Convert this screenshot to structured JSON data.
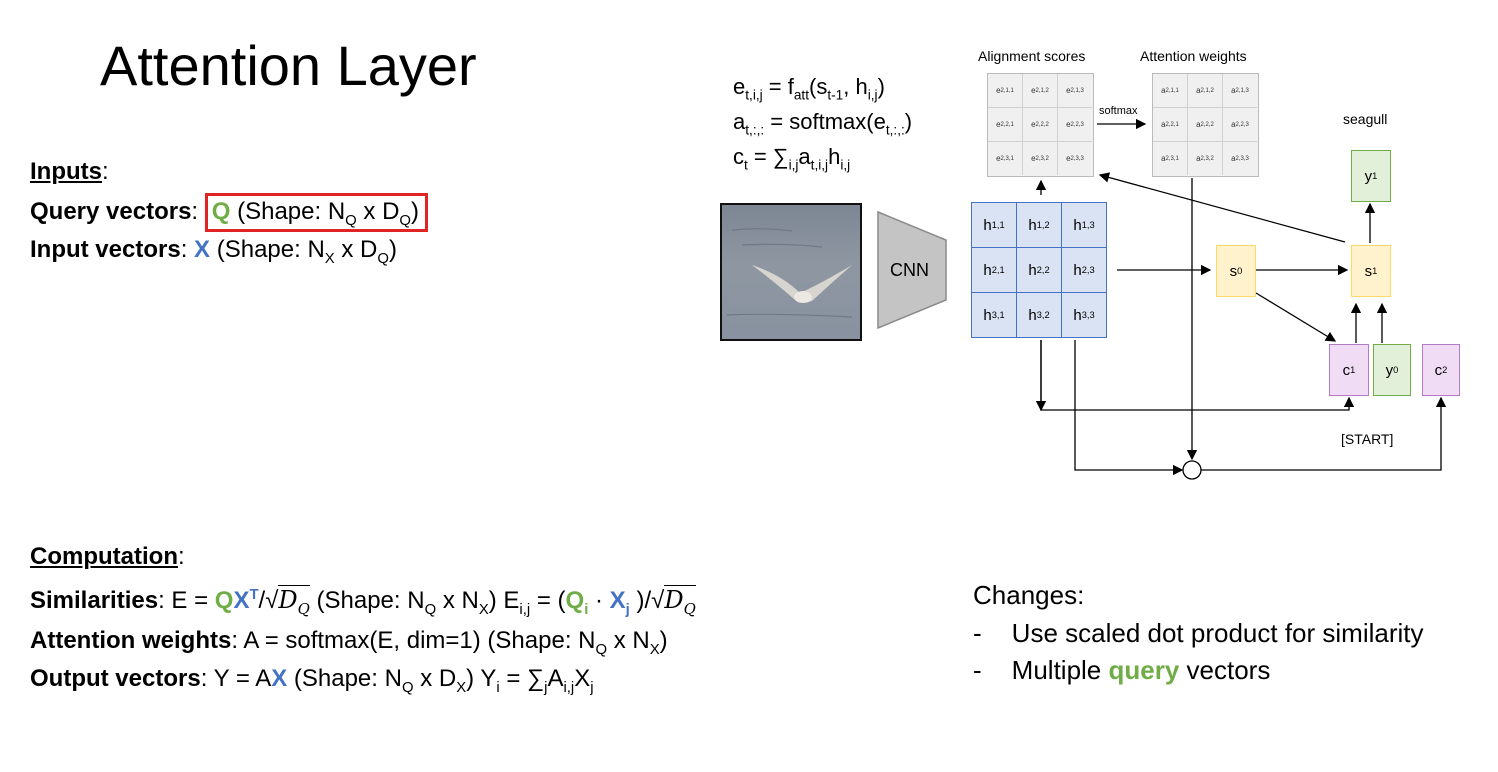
{
  "title": "Attention Layer",
  "inputs": {
    "heading": "Inputs",
    "query_label": "Query vectors",
    "query_sym": "Q",
    "query_shape_pre": "(Shape: N",
    "query_shape_sub1": "Q",
    "query_shape_mid": " x D",
    "query_shape_sub2": "Q",
    "query_shape_post": ")",
    "input_label": "Input vectors",
    "input_sym": "X",
    "input_shape_pre": "(Shape: N",
    "input_shape_sub1": "X",
    "input_shape_mid": " x D",
    "input_shape_sub2": "Q",
    "input_shape_post": ")"
  },
  "equations": {
    "e_lhs": "e",
    "e_lhs_sub": "t,i,j",
    "e_rhs1": " = f",
    "e_rhs_sub": "att",
    "e_rhs2": "(s",
    "e_rhs_sub2": "t-1",
    "e_rhs3": ", h",
    "e_rhs_sub3": "i,j",
    "e_rhs4": ")",
    "a_lhs": "a",
    "a_lhs_sub": "t,:,:",
    "a_rhs1": " = softmax(e",
    "a_rhs_sub": "t,:,:",
    "a_rhs2": ")",
    "c_lhs": "c",
    "c_lhs_sub": "t",
    "c_rhs1": " = ∑",
    "c_rhs_sub": "i,j",
    "c_rhs2": "a",
    "c_rhs_sub2": "t,i,j",
    "c_rhs3": "h",
    "c_rhs_sub3": "i,j"
  },
  "diagram": {
    "alignment_label": "Alignment scores",
    "attention_label": "Attention weights",
    "softmax_label": "softmax",
    "cnn_label": "CNN",
    "output_word": "seagull",
    "start_label": "[START]",
    "e_cells": [
      "e2,1,1",
      "e2,1,2",
      "e2,1,3",
      "e2,2,1",
      "e2,2,2",
      "e2,2,3",
      "e2,3,1",
      "e2,3,2",
      "e2,3,3"
    ],
    "a_cells": [
      "a2,1,1",
      "a2,1,2",
      "a2,1,3",
      "a2,2,1",
      "a2,2,2",
      "a2,2,3",
      "a2,3,1",
      "a2,3,2",
      "a2,3,3"
    ],
    "h_cells": [
      {
        "base": "h",
        "sub": "1,1"
      },
      {
        "base": "h",
        "sub": "1,2"
      },
      {
        "base": "h",
        "sub": "1,3"
      },
      {
        "base": "h",
        "sub": "2,1"
      },
      {
        "base": "h",
        "sub": "2,2"
      },
      {
        "base": "h",
        "sub": "2,3"
      },
      {
        "base": "h",
        "sub": "3,1"
      },
      {
        "base": "h",
        "sub": "3,2"
      },
      {
        "base": "h",
        "sub": "3,3"
      }
    ],
    "s0": {
      "base": "s",
      "sub": "0"
    },
    "s1": {
      "base": "s",
      "sub": "1"
    },
    "y1": {
      "base": "y",
      "sub": "1"
    },
    "y0": {
      "base": "y",
      "sub": "0"
    },
    "c1": {
      "base": "c",
      "sub": "1"
    },
    "c2": {
      "base": "c",
      "sub": "2"
    },
    "colors": {
      "h_fill": "#dae3f3",
      "h_stroke": "#4472c4",
      "s_fill": "#fff2cc",
      "s_stroke": "#ffd966",
      "y_fill": "#e2f0d9",
      "y_stroke": "#70ad47",
      "c_fill": "#f0dcf5",
      "c_stroke": "#b47cc7"
    }
  },
  "computation": {
    "heading": "Computation",
    "sim_label": "Similarities",
    "sim_eq1": ": E = ",
    "sim_Q": "Q",
    "sim_X": "X",
    "sim_T": "T",
    "sim_div": "/",
    "sim_sqrt": "D",
    "sim_sqrt_sub": "Q",
    "sim_shape_pre": " (Shape: N",
    "sim_shape_sub1": "Q",
    "sim_shape_mid": " x N",
    "sim_shape_sub2": "X",
    "sim_shape_post": ") E",
    "sim_E_sub": "i,j",
    "sim_eq2": " = (",
    "sim_Qi": "Q",
    "sim_Qi_sub": "i",
    "sim_dot": " · ",
    "sim_Xj": "X",
    "sim_Xj_sub": "j",
    "sim_eq3": " )/",
    "attn_label": "Attention weights",
    "attn_eq": ": A = softmax(E, dim=1)  (Shape: N",
    "attn_sub1": "Q",
    "attn_mid": " x N",
    "attn_sub2": "X",
    "attn_post": ")",
    "out_label": "Output vectors",
    "out_eq1": ": Y = A",
    "out_X": "X",
    "out_shape_pre": " (Shape: N",
    "out_sub1": "Q",
    "out_mid": " x D",
    "out_sub2": "X",
    "out_post": ") Y",
    "out_Y_sub": "i",
    "out_eq2": " = ∑",
    "out_sum_sub": "j",
    "out_A": "A",
    "out_A_sub": "i,j",
    "out_X2": "X",
    "out_X2_sub": "j"
  },
  "changes": {
    "heading": "Changes:",
    "bullet": "-",
    "item1": "Use scaled dot product for similarity",
    "item2_pre": "Multiple ",
    "item2_hl": "query",
    "item2_post": " vectors"
  }
}
